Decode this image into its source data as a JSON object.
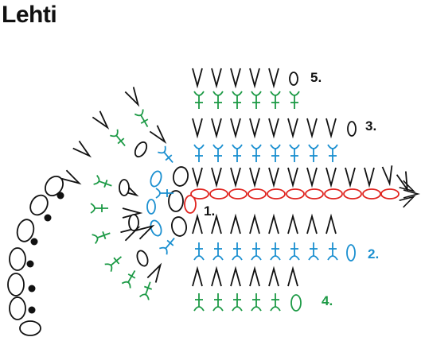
{
  "title": "Lehti",
  "colors": {
    "black": "#111111",
    "blue": "#1a8fd0",
    "green": "#1d9a46",
    "red": "#e0241f"
  },
  "legend_symbols": {
    "chain": "chain-oval-icon",
    "slip": "slip-stitch-dot-icon",
    "sc": "single-crochet-cross-icon",
    "v": "back-loop-v-icon",
    "inverted_v": "inverted-v-icon"
  },
  "row_labels": [
    {
      "text": "1.",
      "color": "black"
    },
    {
      "text": "2.",
      "color": "blue"
    },
    {
      "text": "3.",
      "color": "black"
    },
    {
      "text": "4.",
      "color": "green"
    },
    {
      "text": "5.",
      "color": "black"
    }
  ]
}
